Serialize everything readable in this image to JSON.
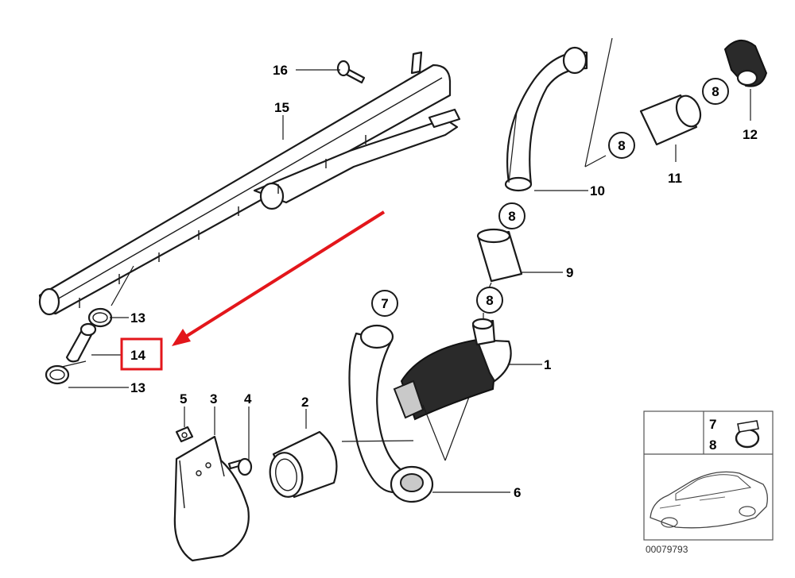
{
  "labels": {
    "l16": "16",
    "l15": "15",
    "l13a": "13",
    "l14": "14",
    "l13b": "13",
    "l10": "10",
    "l11": "11",
    "l12": "12",
    "l9": "9",
    "l1": "1",
    "l2": "2",
    "l3": "3",
    "l4": "4",
    "l5": "5",
    "l6": "6"
  },
  "circled": {
    "c8a": "8",
    "c8b": "8",
    "c8c": "8",
    "c8d": "8",
    "c7": "7"
  },
  "inset": {
    "label7": "7",
    "label8": "8"
  },
  "diagram_code": "00079793",
  "colors": {
    "highlight": "#e3161b",
    "line": "#1a1a1a"
  }
}
